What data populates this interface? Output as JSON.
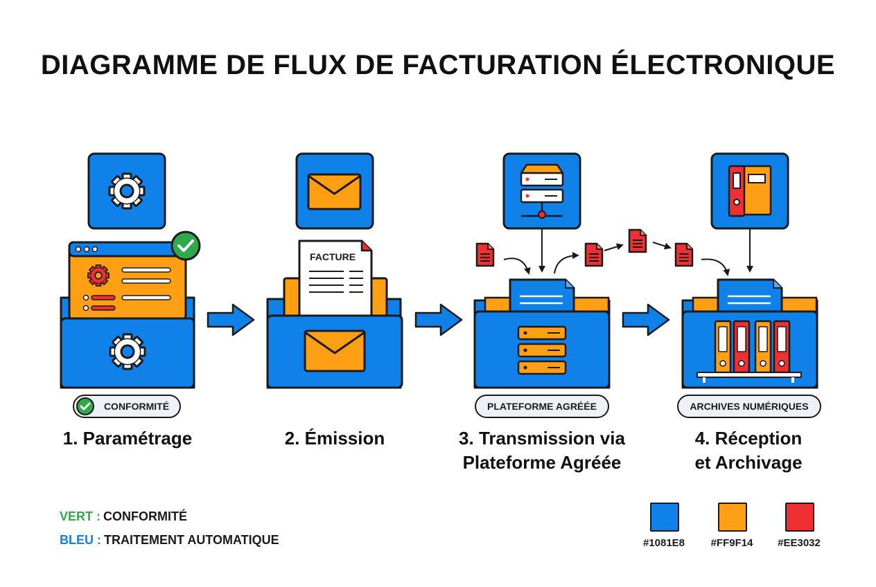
{
  "title": "DIAGRAMME DE FLUX DE FACTURATION ÉLECTRONIQUE",
  "colors": {
    "blue": "#1081E8",
    "orange": "#FF9F14",
    "red": "#EE3032",
    "green": "#2EAA4A",
    "outline": "#1a1a1a"
  },
  "steps": [
    {
      "label": "1. Paramétrage",
      "badge": "CONFORMITÉ",
      "icon": "gear-icon"
    },
    {
      "label": "2. Émission",
      "icon": "envelope-icon",
      "document_label": "FACTURE"
    },
    {
      "label_line1": "3. Transmission via",
      "label_line2": "Plateforme Agréée",
      "badge": "PLATEFORME AGRÉÉE",
      "icon": "server-icon"
    },
    {
      "label_line1": "4. Réception",
      "label_line2": "et Archivage",
      "badge": "ARCHIVES NUMÉRIQUES",
      "icon": "binder-icon"
    }
  ],
  "legend": {
    "green_key": "VERT :",
    "green_value": "CONFORMITÉ",
    "blue_key": "BLEU :",
    "blue_value": "TRAITEMENT AUTOMATIQUE"
  },
  "palette": [
    {
      "hex": "#1081E8",
      "label": "#1081E8"
    },
    {
      "hex": "#FF9F14",
      "label": "#FF9F14"
    },
    {
      "hex": "#EE3032",
      "label": "#EE3032"
    }
  ]
}
